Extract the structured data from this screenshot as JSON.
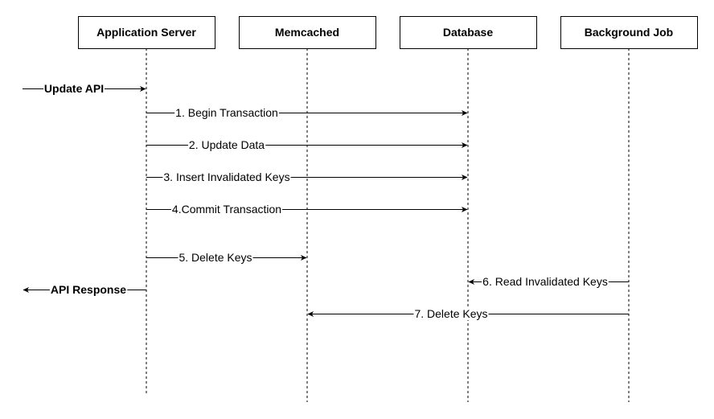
{
  "participants": [
    {
      "id": "app",
      "label": "Application Server"
    },
    {
      "id": "mem",
      "label": "Memcached"
    },
    {
      "id": "db",
      "label": "Database"
    },
    {
      "id": "bg",
      "label": "Background Job"
    }
  ],
  "messages": [
    {
      "id": "update-api",
      "label": "Update API",
      "from": "external",
      "to": "app",
      "bold": true
    },
    {
      "id": "begin-transaction",
      "label": "1. Begin Transaction",
      "from": "app",
      "to": "db",
      "bold": false
    },
    {
      "id": "update-data",
      "label": "2. Update Data",
      "from": "app",
      "to": "db",
      "bold": false
    },
    {
      "id": "insert-invalidated-keys",
      "label": "3. Insert Invalidated Keys",
      "from": "app",
      "to": "db",
      "bold": false
    },
    {
      "id": "commit-transaction",
      "label": "4.Commit Transaction",
      "from": "app",
      "to": "db",
      "bold": false
    },
    {
      "id": "delete-keys-app",
      "label": "5. Delete Keys",
      "from": "app",
      "to": "mem",
      "bold": false
    },
    {
      "id": "read-invalidated-keys",
      "label": "6. Read Invalidated Keys",
      "from": "bg",
      "to": "db",
      "bold": false
    },
    {
      "id": "api-response",
      "label": "API Response",
      "from": "app",
      "to": "external",
      "bold": true
    },
    {
      "id": "delete-keys-bg",
      "label": "7. Delete Keys",
      "from": "bg",
      "to": "mem",
      "bold": false
    }
  ]
}
